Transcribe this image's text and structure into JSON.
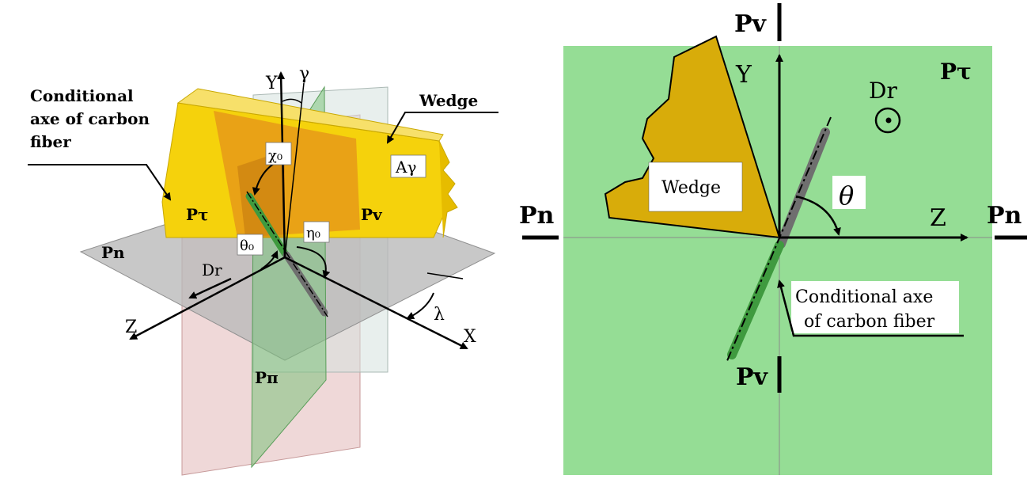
{
  "left_figure": {
    "labels": {
      "axis_y": "Y",
      "axis_z": "Z",
      "axis_x": "X",
      "gamma": "γ",
      "chi0": "χ₀",
      "eta0": "η₀",
      "theta0": "θ₀",
      "lambda": "λ",
      "dr": "Dr",
      "a_gamma": "Aγ",
      "p_tau": "Pτ",
      "p_v": "Pv",
      "p_n": "Pn",
      "p_pi": "Pп"
    },
    "callouts": {
      "fiber_line1": "Conditional",
      "fiber_line2": "axe of carbon",
      "fiber_line3": "fiber",
      "wedge": "Wedge"
    }
  },
  "right_figure": {
    "labels": {
      "pv_top": "Pv",
      "pv_bottom": "Pv",
      "pn_left": "Pn",
      "pn_right": "Pn",
      "p_tau": "Pτ",
      "axis_y": "Y",
      "axis_z": "Z",
      "dr": "Dr",
      "theta": "θ",
      "wedge": "Wedge",
      "fiber_line1": "Conditional axe",
      "fiber_line2": "of carbon fiber"
    }
  },
  "colors": {
    "green_plane": "#95dd95",
    "wedge_yellow": "#f5d20c",
    "wedge_brown": "#d8ac0a",
    "gray_plane": "#b9b9b9",
    "pink_plane": "#e7c3c3",
    "fiber_green": "#3f9a3f",
    "fiber_gray": "#6f6f6f"
  }
}
